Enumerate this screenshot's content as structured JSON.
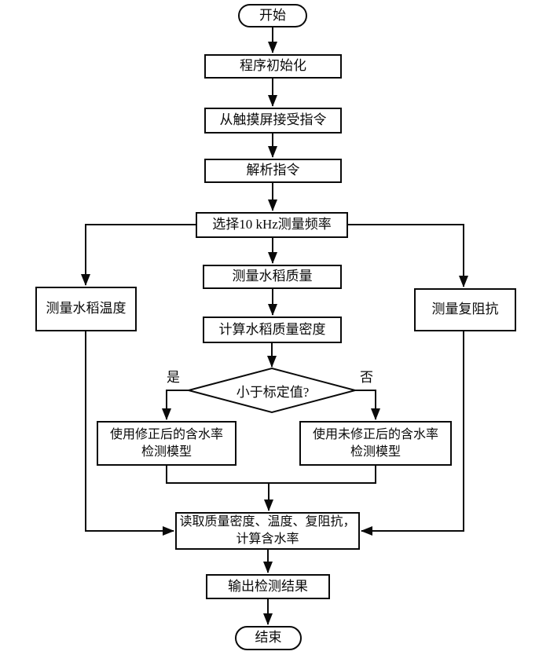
{
  "diagram": {
    "background": "#ffffff",
    "line_color": "#0a0a0a",
    "node_fill": "#ffffff",
    "nodes": {
      "start": "开始",
      "init": "程序初始化",
      "receive": "从触摸屏接受指令",
      "parse": "解析指令",
      "select_freq": "选择10 kHz测量频率",
      "measure_mass": "测量水稻质量",
      "calc_density": "计算水稻质量密度",
      "measure_temp": "测量水稻温度",
      "measure_impedance": "测量复阻抗",
      "decision": "小于标定值?",
      "branch_yes": "是",
      "branch_no": "否",
      "model_corrected": {
        "line1": "使用修正后的含水率",
        "line2": "检测模型"
      },
      "model_uncorrected": {
        "line1": "使用未修正后的含水率",
        "line2": "检测模型"
      },
      "read_calc": {
        "line1": "读取质量密度、温度、复阻抗，",
        "line2": "计算含水率"
      },
      "output": "输出检测结果",
      "end": "结束"
    }
  }
}
